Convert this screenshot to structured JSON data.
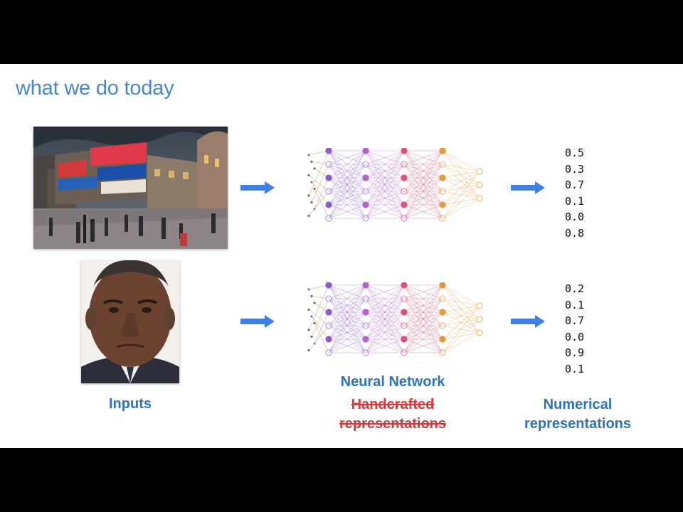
{
  "slide": {
    "title": "what we do today"
  },
  "rows": [
    {
      "input_image": "city street photo",
      "values": [
        "0.5",
        "0.3",
        "0.7",
        "0.1",
        "0.0",
        "0.8"
      ]
    },
    {
      "input_image": "face portrait photo",
      "values": [
        "0.2",
        "0.1",
        "0.7",
        "0.0",
        "0.9",
        "0.1"
      ]
    }
  ],
  "labels": {
    "inputs": "Inputs",
    "neural_network": "Neural Network",
    "handcrafted": "Handcrafted representations",
    "numerical": "Numerical representations"
  },
  "colors": {
    "title": "#4a86c8",
    "label_blue": "#2f73b9",
    "strikethrough_red": "#d9383a",
    "arrow": "#3f80e4",
    "net_layers": [
      "#8e5bd0",
      "#b363c9",
      "#d6567a",
      "#e79a3c",
      "#f2c07a"
    ]
  }
}
